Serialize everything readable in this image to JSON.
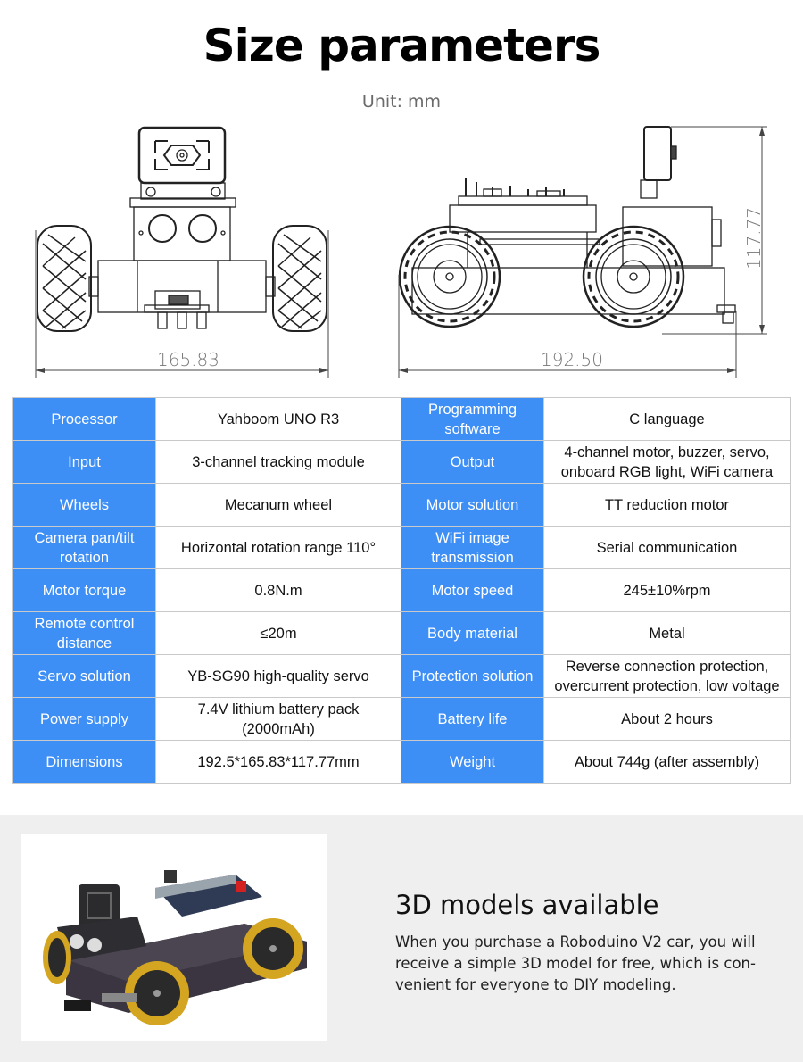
{
  "header": {
    "title": "Size parameters",
    "unit": "Unit: mm"
  },
  "drawings": {
    "front_view": {
      "width_label": "165.83"
    },
    "side_view": {
      "length_label": "192.50",
      "height_label": "117.77"
    }
  },
  "spec_table": {
    "rows": [
      [
        {
          "k": "Processor",
          "v": "Yahboom UNO R3"
        },
        {
          "k": "Programming software",
          "v": "C language"
        }
      ],
      [
        {
          "k": "Input",
          "v": "3-channel tracking module"
        },
        {
          "k": "Output",
          "v": "4-channel motor, buzzer, servo, onboard RGB light, WiFi camera"
        }
      ],
      [
        {
          "k": "Wheels",
          "v": "Mecanum wheel"
        },
        {
          "k": "Motor solution",
          "v": "TT reduction motor"
        }
      ],
      [
        {
          "k": "Camera pan/tilt rotation",
          "v": "Horizontal rotation range 110°"
        },
        {
          "k": "WiFi image transmission",
          "v": "Serial communication"
        }
      ],
      [
        {
          "k": "Motor torque",
          "v": "0.8N.m"
        },
        {
          "k": "Motor speed",
          "v": "245±10%rpm"
        }
      ],
      [
        {
          "k": "Remote control distance",
          "v": "≤20m"
        },
        {
          "k": "Body material",
          "v": "Metal"
        }
      ],
      [
        {
          "k": "Servo solution",
          "v": "YB-SG90 high-quality servo"
        },
        {
          "k": "Protection solution",
          "v": "Reverse connection protection, overcurrent protection, low voltage"
        }
      ],
      [
        {
          "k": "Power supply",
          "v": "7.4V lithium battery pack (2000mAh)"
        },
        {
          "k": "Battery life",
          "v": "About 2 hours"
        }
      ],
      [
        {
          "k": "Dimensions",
          "v": "192.5*165.83*117.77mm"
        },
        {
          "k": "Weight",
          "v": "About 744g (after assembly)"
        }
      ]
    ]
  },
  "model_section": {
    "title": "3D models available",
    "description": "When you purchase a Roboduino V2 car, you will receive a simple 3D model for free, which is con-venient for everyone to DIY modeling."
  },
  "colors": {
    "key_cell_bg": "#3d8ef5",
    "border": "#c9c9c9",
    "bottom_bg": "#efefef",
    "wheel_gold": "#d4a520"
  }
}
